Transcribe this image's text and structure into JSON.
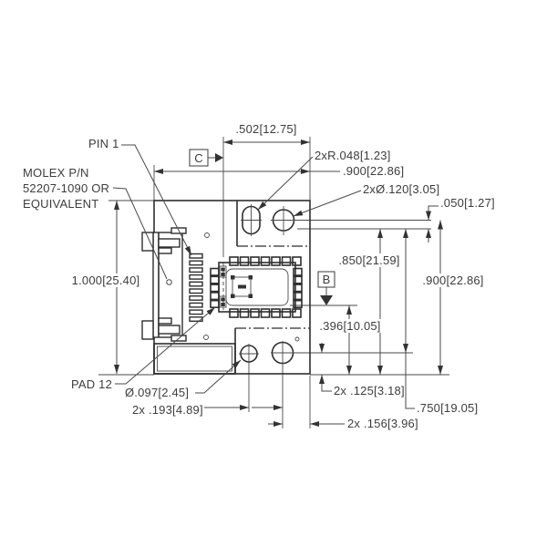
{
  "drawing": {
    "title": "PCB footprint dimensional drawing",
    "labels": {
      "pin1": "PIN 1",
      "molex_line1": "MOLEX P/N",
      "molex_line2": "52207-1090 OR",
      "molex_line3": "EQUIVALENT",
      "pad12": "PAD 12"
    },
    "datums": {
      "c": "C",
      "b": "B"
    },
    "dimensions": {
      "top_offset": ".502[12.75]",
      "slot_radius": "2xR.048[1.23]",
      "board_width": ".900[22.86]",
      "hole_dia": "2xØ.120[3.05]",
      "cl_offset": ".050[1.27]",
      "board_height": "1.000[25.40]",
      "right_850": ".850[21.59]",
      "right_900": ".900[22.86]",
      "b_to_bottom": ".396[10.05]",
      "bottom_edge_125": "2x .125[3.18]",
      "right_750": ".750[19.05]",
      "edge_156": "2x .156[3.96]",
      "small_hole_dia": "Ø.097[2.45]",
      "hole_pitch_193": "2x .193[4.89]"
    },
    "colors": {
      "background": "#ffffff",
      "part_line": "#2e2e2e",
      "dimension_line": "#4a4a4a",
      "text": "#3d3d3d"
    }
  }
}
